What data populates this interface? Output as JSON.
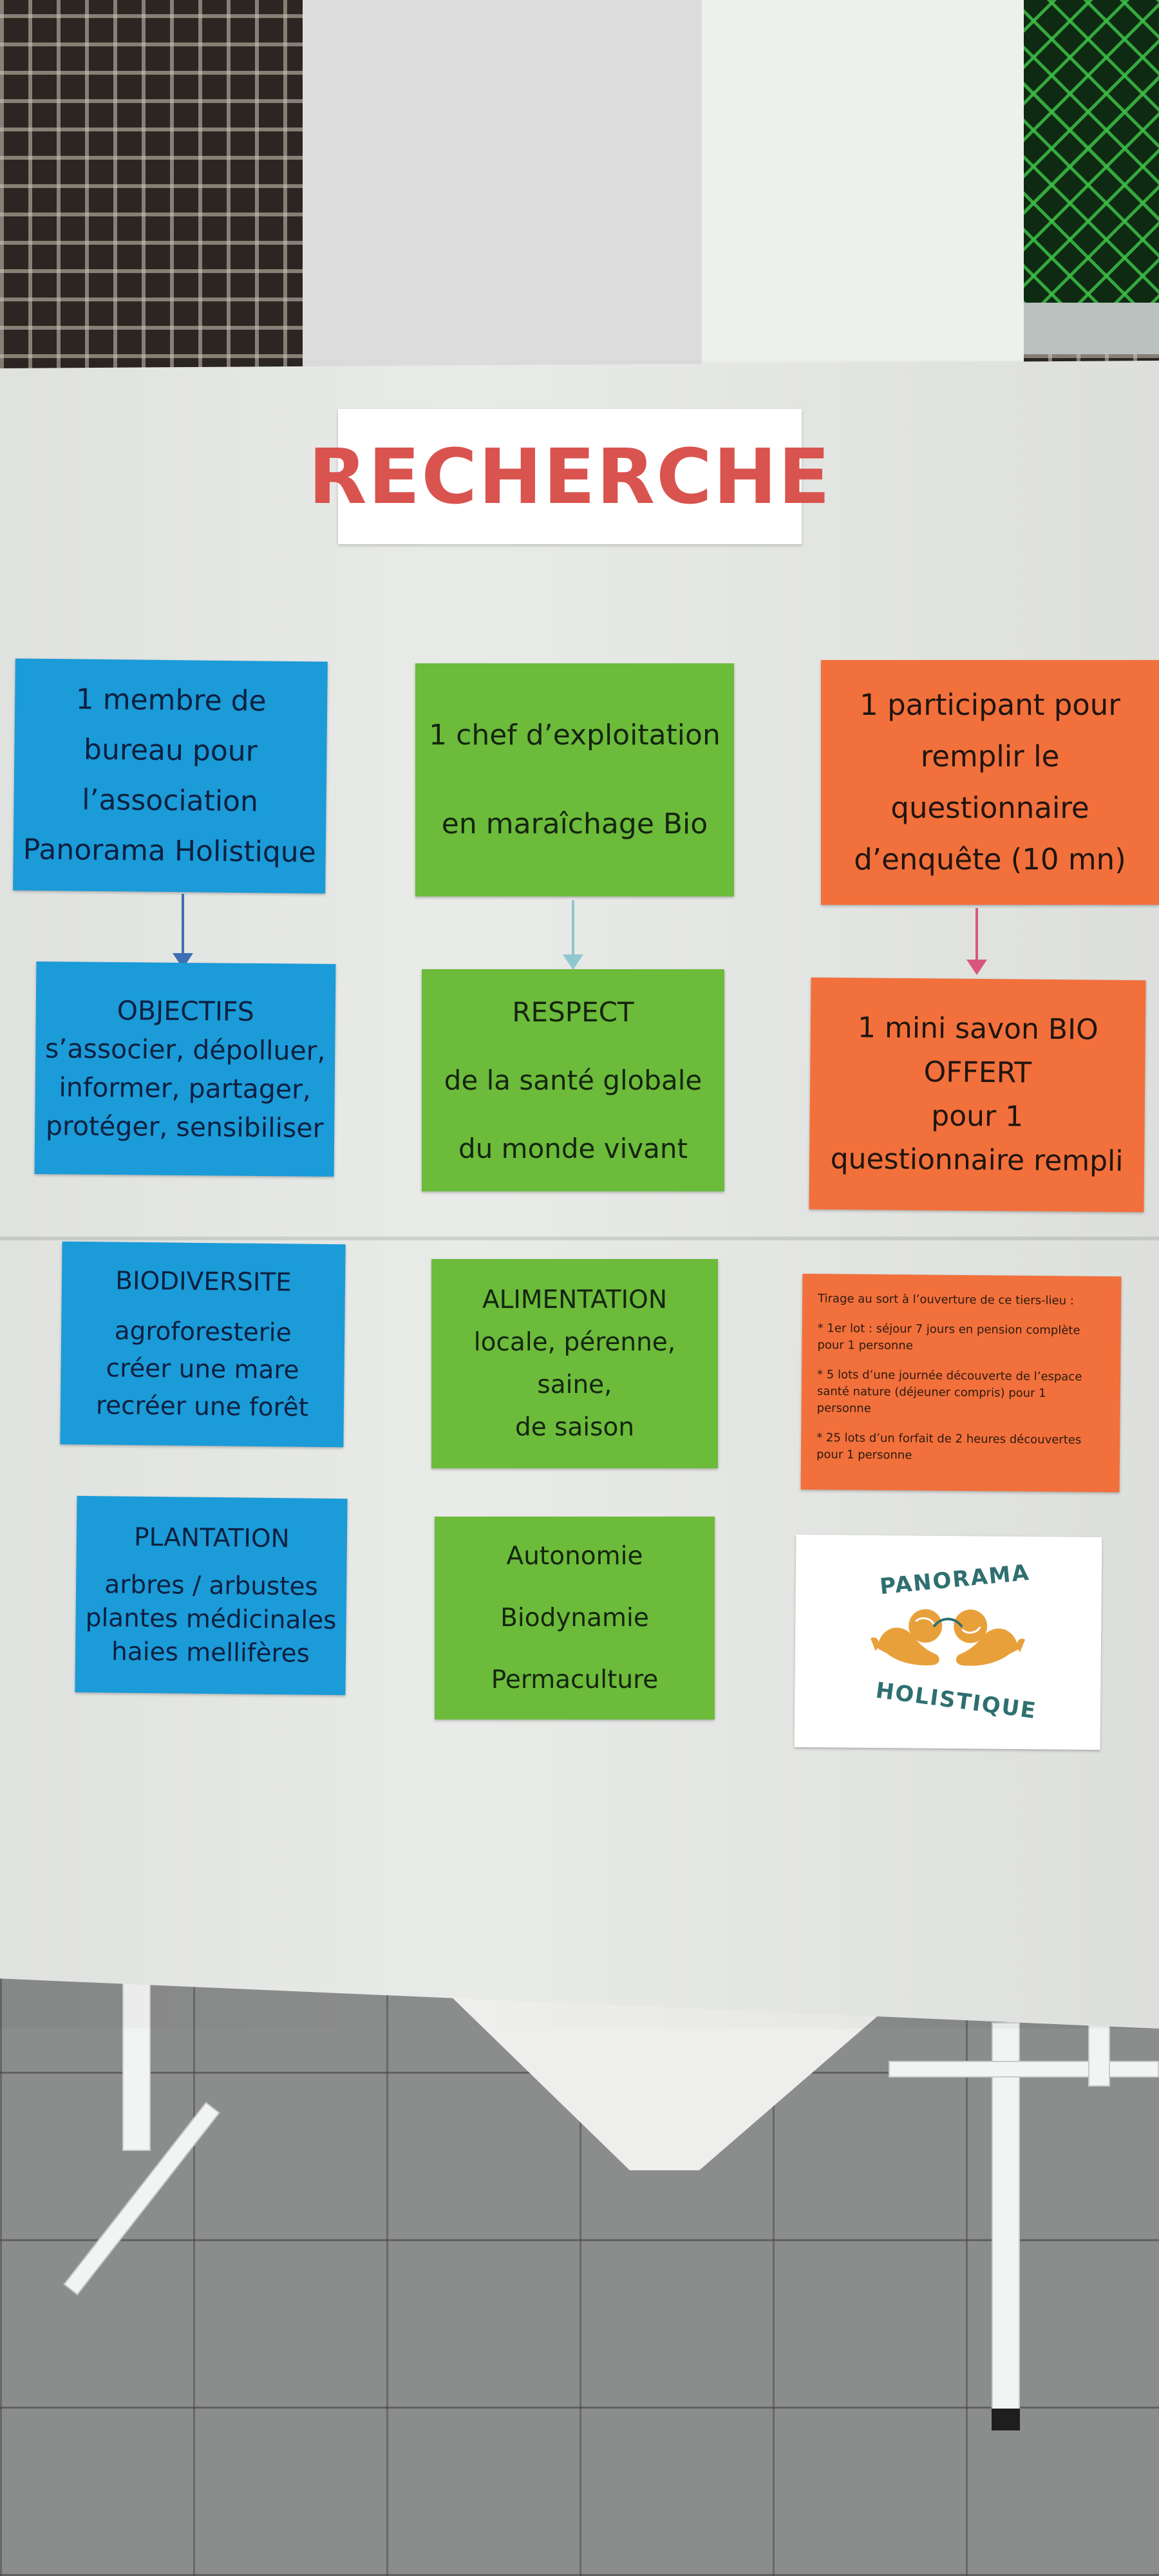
{
  "board": {
    "title": "RECHERCHE",
    "row1": {
      "left": [
        "1 membre de",
        "bureau pour",
        "l’association",
        "Panorama Holistique"
      ],
      "center": [
        "1 chef d’exploitation",
        "en maraîchage Bio"
      ],
      "right": [
        "1 participant pour",
        "remplir le",
        "questionnaire",
        "d’enquête (10 mn)"
      ]
    },
    "row2": {
      "left": [
        "OBJECTIFS",
        "s’associer, dépolluer,",
        "informer,  partager,",
        "protéger, sensibiliser"
      ],
      "center": [
        "RESPECT",
        "de la santé globale",
        "du monde vivant"
      ],
      "right": [
        "1 mini savon BIO",
        "OFFERT",
        "pour 1",
        "questionnaire rempli"
      ]
    },
    "row3": {
      "left": [
        "BIODIVERSITE",
        "agroforesterie",
        "créer une mare",
        "recréer une forêt"
      ],
      "center": [
        "ALIMENTATION",
        "locale, pérenne,",
        "saine,",
        "de saison"
      ],
      "right": {
        "intro": "Tirage au sort à l’ouverture de ce tiers-lieu :",
        "prizes": [
          [
            "* 1er lot : séjour 7 jours en pension complète",
            "pour 1 personne"
          ],
          [
            "* 5 lots d’une journée découverte de l’espace",
            "santé nature (déjeuner compris) pour 1",
            "personne"
          ],
          [
            "* 25 lots d’un forfait de 2 heures découvertes",
            "pour 1 personne"
          ]
        ]
      }
    },
    "row4": {
      "left": [
        "PLANTATION",
        "arbres / arbustes",
        "plantes médicinales",
        "haies mellifères"
      ],
      "center": [
        "Autonomie",
        "Biodynamie",
        "Permaculture"
      ],
      "logo": {
        "top": "PANORAMA",
        "bottom": "HOLISTIQUE",
        "icon": "hands-globe-logo-icon"
      }
    },
    "colors": {
      "blue": "#1b9bd8",
      "green": "#6cbb3a",
      "orange": "#f2703b",
      "title_red": "#d9534f",
      "logo_orange": "#e8a03a",
      "logo_teal": "#2f6f70"
    }
  }
}
